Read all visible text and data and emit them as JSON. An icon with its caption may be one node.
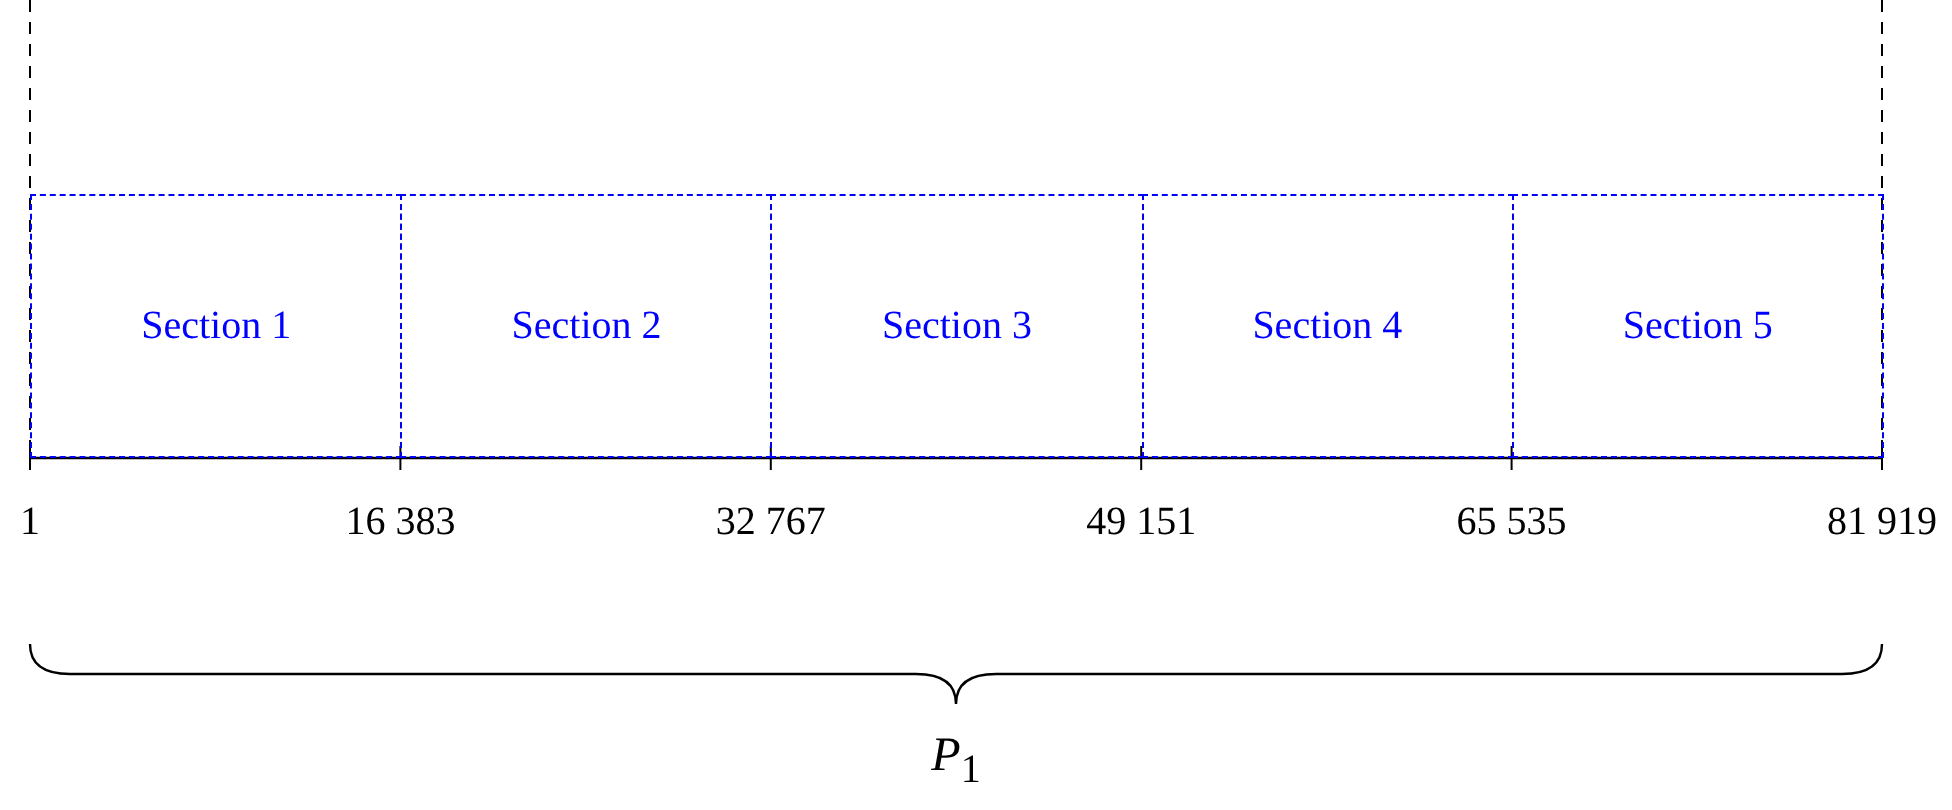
{
  "diagram": {
    "nodes": [
      {
        "text": [
          "Section 1"
        ]
      },
      {
        "text": [
          "Section 2"
        ]
      },
      {
        "text": [
          "Section 3"
        ]
      },
      {
        "text": [
          "Section 4"
        ]
      },
      {
        "text": [
          "Section 5"
        ]
      }
    ],
    "edges": [],
    "labels": [
      "1",
      "16 383",
      "32 767",
      "49 151",
      "65 535",
      "81 919",
      "*P*$_{1}$"
    ]
  }
}
